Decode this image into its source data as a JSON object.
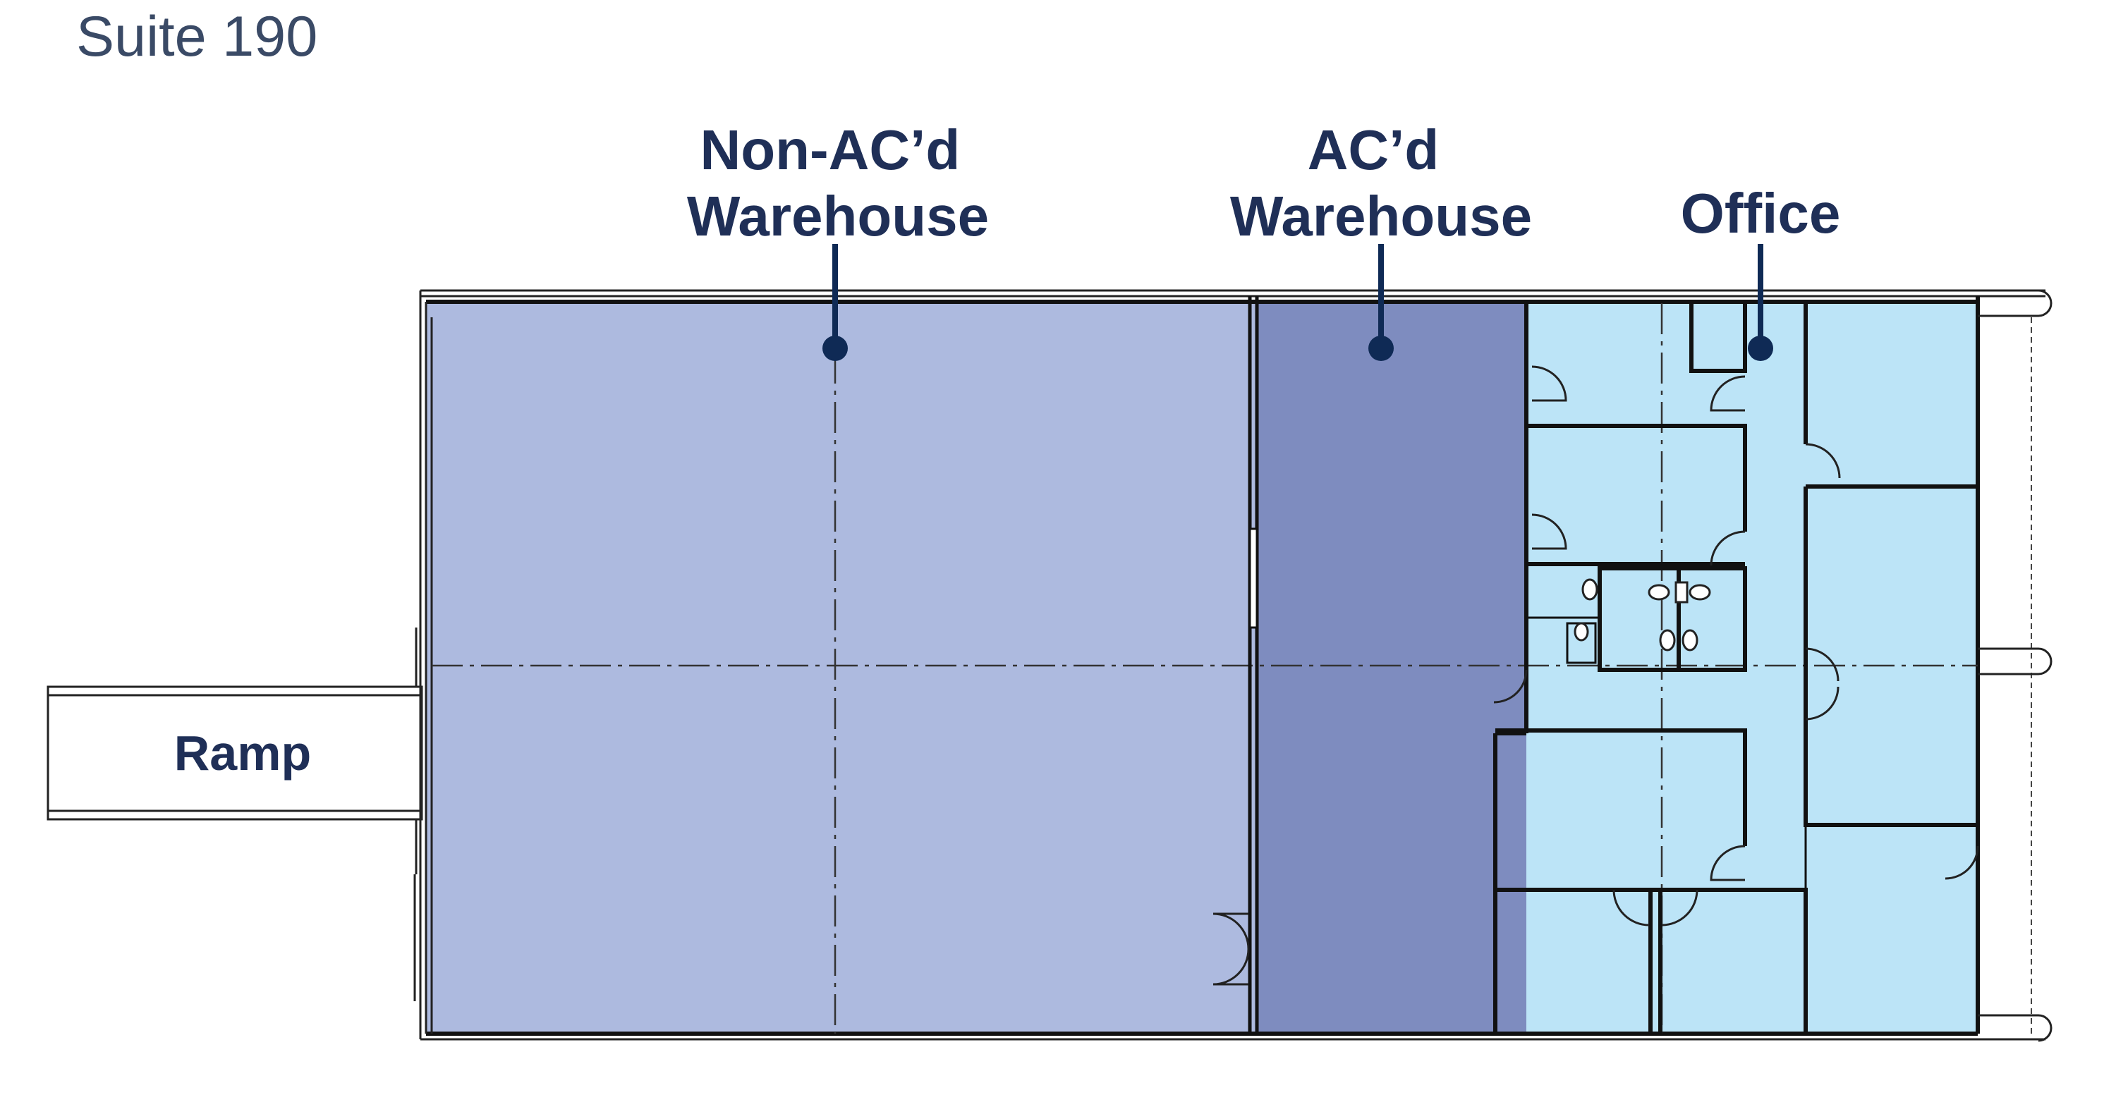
{
  "title": "Suite 190",
  "labels": {
    "non_ac_warehouse": [
      "Non-AC’d",
      "Warehouse"
    ],
    "ac_warehouse": [
      "AC’d",
      "Warehouse"
    ],
    "office": "Office",
    "ramp": "Ramp"
  },
  "colors": {
    "non_ac_warehouse_fill": "#adbadf",
    "ac_warehouse_fill": "#7e8cbf",
    "office_fill": "#bce4f7",
    "label_text": "#1f2f57",
    "pointer": "#0f2a55",
    "title_text": "#3a4a66"
  }
}
